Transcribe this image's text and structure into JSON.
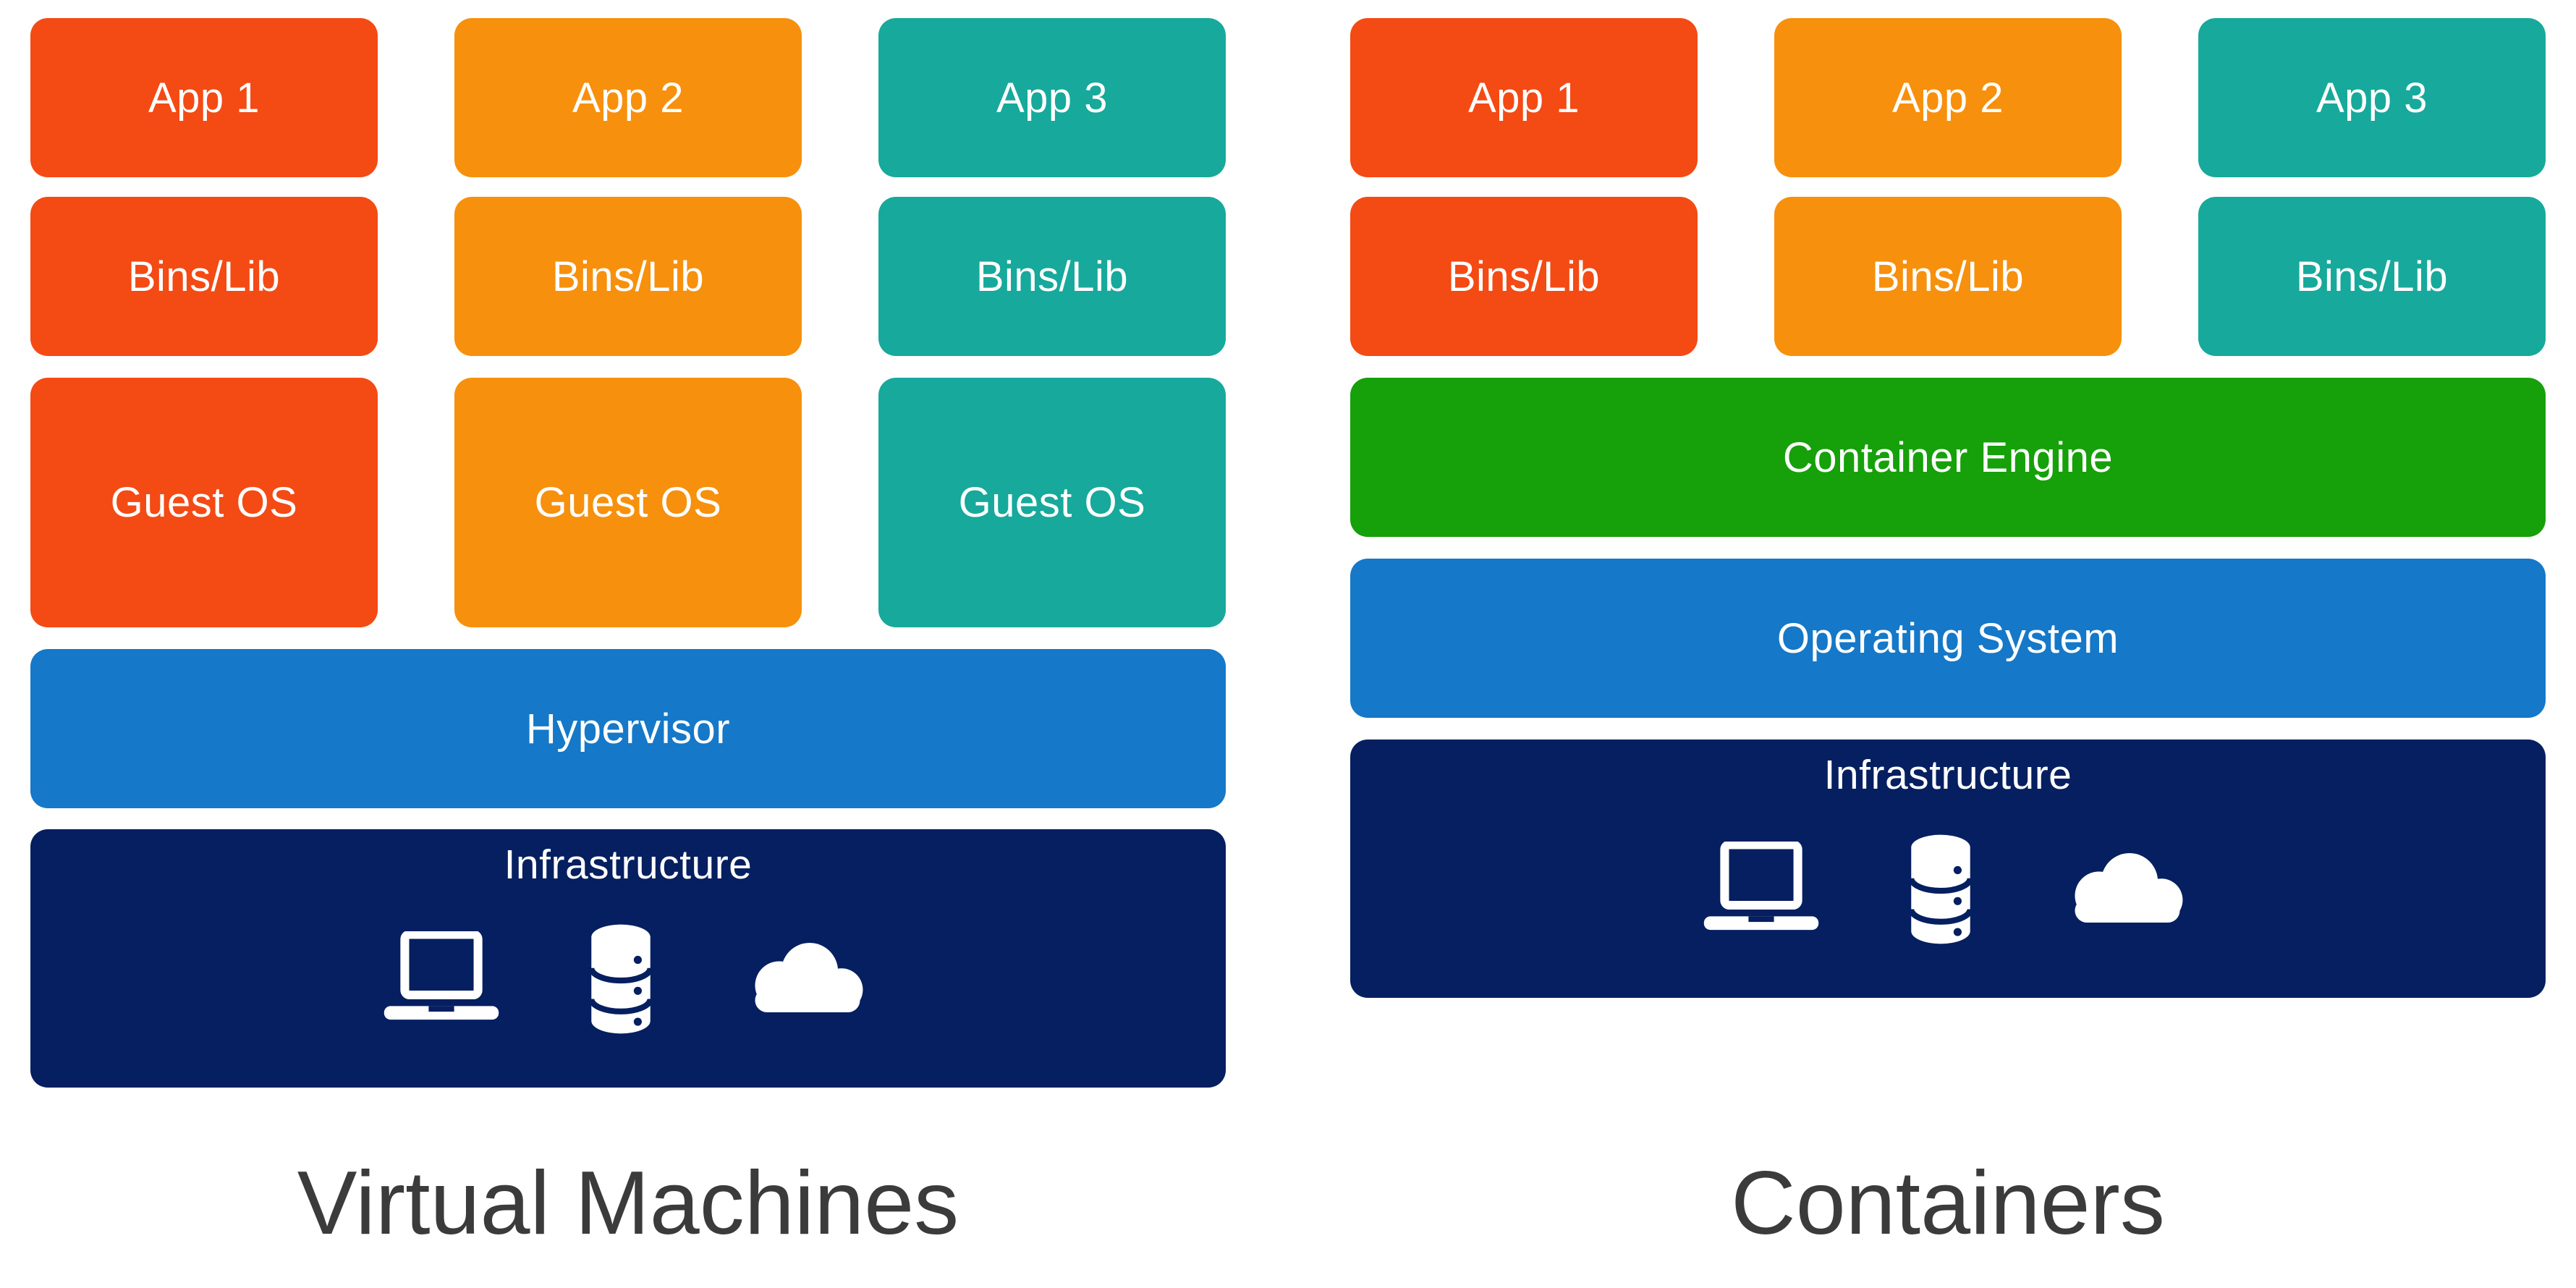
{
  "vm": {
    "title": "Virtual Machines",
    "columns": [
      {
        "app": "App 1",
        "bins": "Bins/Lib",
        "guest": "Guest OS"
      },
      {
        "app": "App 2",
        "bins": "Bins/Lib",
        "guest": "Guest OS"
      },
      {
        "app": "App 3",
        "bins": "Bins/Lib",
        "guest": "Guest OS"
      }
    ],
    "hypervisor": "Hypervisor",
    "infrastructure": "Infrastructure"
  },
  "ct": {
    "title": "Containers",
    "columns": [
      {
        "app": "App 1",
        "bins": "Bins/Lib"
      },
      {
        "app": "App 2",
        "bins": "Bins/Lib"
      },
      {
        "app": "App 3",
        "bins": "Bins/Lib"
      }
    ],
    "container_engine": "Container Engine",
    "operating_system": "Operating System",
    "infrastructure": "Infrastructure"
  },
  "icons": [
    "laptop-icon",
    "database-icon",
    "cloud-icon"
  ],
  "colors": {
    "app1_red_orange": "#F44A14",
    "app2_orange": "#F7900D",
    "app3_teal": "#17A99B",
    "bar_blue": "#1578C8",
    "engine_green": "#16A00A",
    "infrastructure_navy": "#051F60",
    "title_gray": "#3B3B3B",
    "box_text": "#FFFFFF",
    "background": "#FFFFFF"
  }
}
